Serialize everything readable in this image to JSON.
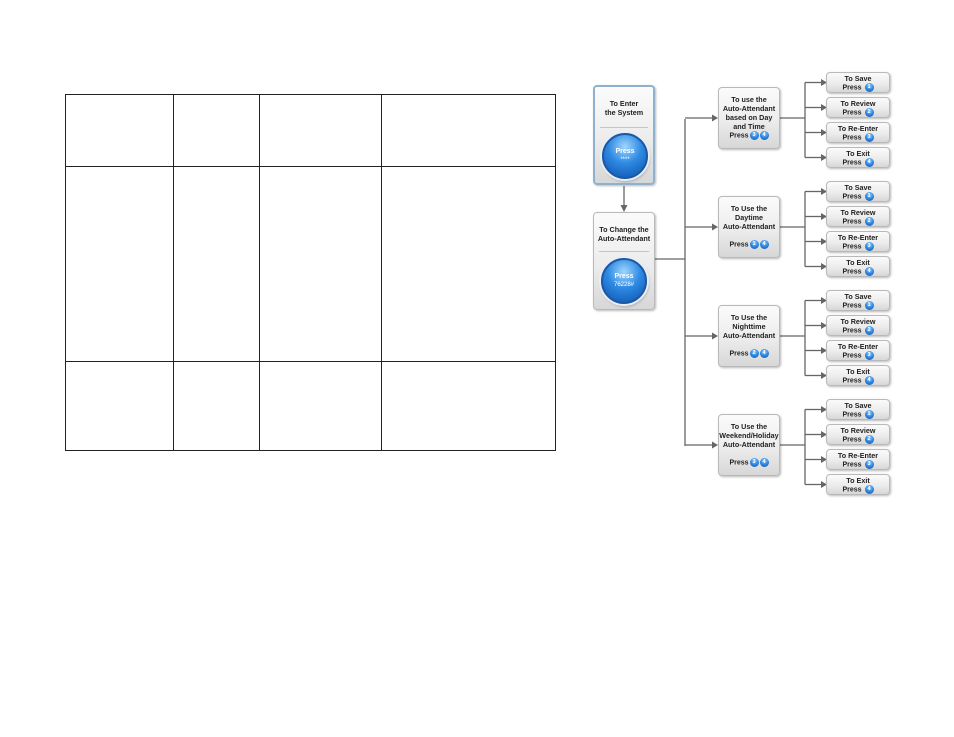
{
  "table": {
    "rows": 3,
    "cols": 4
  },
  "entry": {
    "title_lines": [
      "To Enter",
      "the System"
    ],
    "press_label": "Press",
    "press_code": "****"
  },
  "change": {
    "title_lines": [
      "To Change the",
      "Auto-Attendant"
    ],
    "press_label": "Press",
    "press_code": "76228#"
  },
  "modes": [
    {
      "title_lines": [
        "To use the",
        "Auto-Attendant",
        "based on Day",
        "and Time"
      ],
      "press_label": "Press",
      "keys": [
        "3",
        "4"
      ]
    },
    {
      "title_lines": [
        "To Use the",
        "Daytime",
        "Auto-Attendant"
      ],
      "press_label": "Press",
      "keys": [
        "1",
        "4"
      ]
    },
    {
      "title_lines": [
        "To Use the",
        "Nighttime",
        "Auto-Attendant"
      ],
      "press_label": "Press",
      "keys": [
        "2",
        "4"
      ]
    },
    {
      "title_lines": [
        "To Use the",
        "Weekend/Holiday",
        "Auto-Attendant"
      ],
      "press_label": "Press",
      "keys": [
        "3",
        "4"
      ]
    }
  ],
  "actions": [
    {
      "title": "To Save",
      "press_label": "Press",
      "key": "1"
    },
    {
      "title": "To Review",
      "press_label": "Press",
      "key": "2"
    },
    {
      "title": "To Re-Enter",
      "press_label": "Press",
      "key": "3"
    },
    {
      "title": "To Exit",
      "press_label": "Press",
      "key": "4"
    }
  ],
  "colors": {
    "accent_blue": "#2e89e2",
    "line": "#666666",
    "box_border": "#b9b9b9",
    "entry_border": "#8fb1d0"
  }
}
